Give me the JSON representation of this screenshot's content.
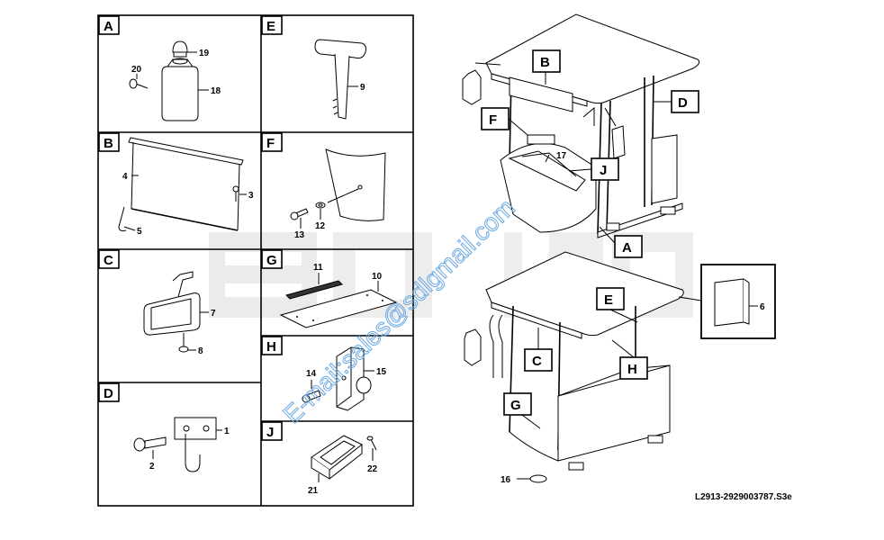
{
  "panels": [
    {
      "letter": "A",
      "parts": [
        "19",
        "20",
        "18"
      ]
    },
    {
      "letter": "B",
      "parts": [
        "4",
        "3",
        "5"
      ]
    },
    {
      "letter": "C",
      "parts": [
        "7",
        "8"
      ]
    },
    {
      "letter": "D",
      "parts": [
        "1",
        "2"
      ]
    },
    {
      "letter": "E",
      "parts": [
        "9"
      ]
    },
    {
      "letter": "F",
      "parts": [
        "13",
        "12"
      ]
    },
    {
      "letter": "G",
      "parts": [
        "11",
        "10"
      ]
    },
    {
      "letter": "H",
      "parts": [
        "14",
        "15"
      ]
    },
    {
      "letter": "J",
      "parts": [
        "22",
        "21"
      ]
    }
  ],
  "callouts": {
    "top_cab": [
      "B",
      "D",
      "F",
      "J",
      "A"
    ],
    "top_cab_part": "17",
    "bottom_cab": [
      "E",
      "C",
      "H",
      "G"
    ],
    "bottom_cab_part": "16",
    "detail_box_part": "6"
  },
  "watermark": "SDLG",
  "email_watermark": "E-mail:sales@sdlgmail.com",
  "reference_code": "L2913-2929003787.S3e"
}
